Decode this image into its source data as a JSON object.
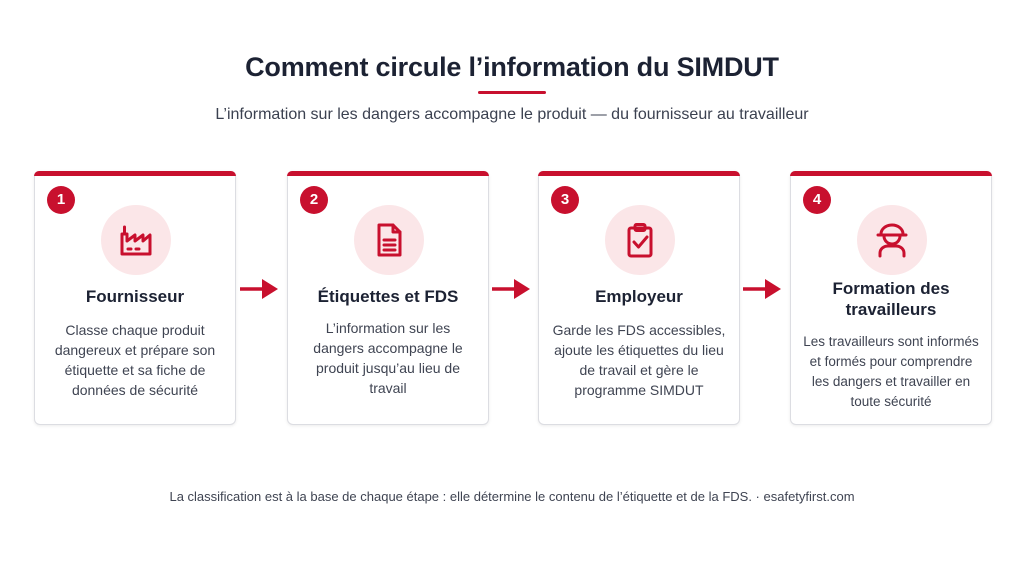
{
  "header": {
    "title": "Comment circule l’information du SIMDUT",
    "subtitle": "L’information sur les dangers accompagne le produit — du fournisseur au travailleur"
  },
  "accent_color": "#c8102e",
  "steps": [
    {
      "number": "1",
      "icon": "factory-icon",
      "title": "Fournisseur",
      "description": "Classe chaque produit dangereux et prépare son étiquette et sa fiche de données de sécurité"
    },
    {
      "number": "2",
      "icon": "document-icon",
      "title": "Étiquettes et FDS",
      "description": "L’information sur les dangers accompagne le produit jusqu’au lieu de travail"
    },
    {
      "number": "3",
      "icon": "clipboard-check-icon",
      "title": "Employeur",
      "description": "Garde les FDS accessibles, ajoute les étiquettes du lieu de travail et gère le programme SIMDUT"
    },
    {
      "number": "4",
      "icon": "worker-hardhat-icon",
      "title": "Formation des travailleurs",
      "description": "Les travailleurs sont informés et formés pour comprendre les dangers et travailler en toute sécurité"
    }
  ],
  "footer": "La classification est à la base de chaque étape : elle détermine le contenu de l’étiquette et de la FDS. · esafetyfirst.com"
}
